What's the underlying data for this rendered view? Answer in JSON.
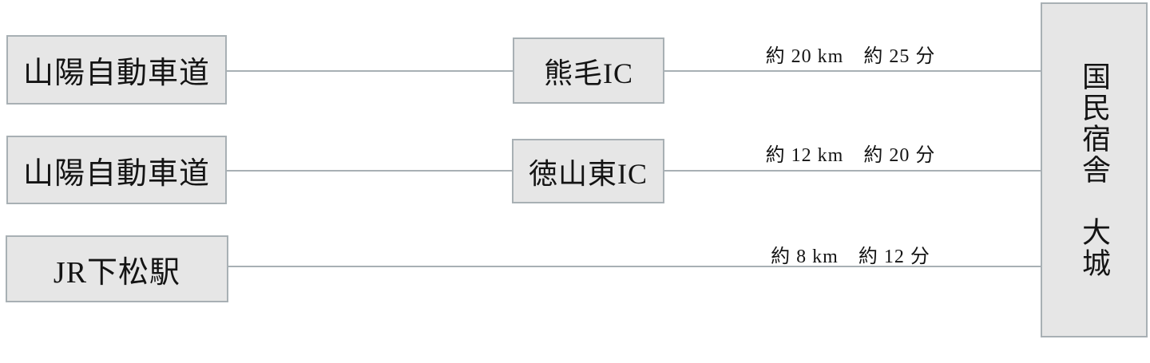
{
  "diagram": {
    "title": "access-routes-diagram",
    "destination": {
      "label": "国民宿舎　大城"
    },
    "routes": [
      {
        "origin": "山陽自動車道",
        "via": "熊毛IC",
        "distance": "約 20 km",
        "time": "約 25 分"
      },
      {
        "origin": "山陽自動車道",
        "via": "徳山東IC",
        "distance": "約 12 km",
        "time": "約 20 分"
      },
      {
        "origin": "JR下松駅",
        "distance": "約 8 km",
        "time": "約 12 分"
      }
    ],
    "colors": {
      "box_fill": "#e6e6e6",
      "box_border": "#a8b0b4",
      "line": "#a8b0b4",
      "text": "#141414",
      "background": "#ffffff"
    }
  }
}
